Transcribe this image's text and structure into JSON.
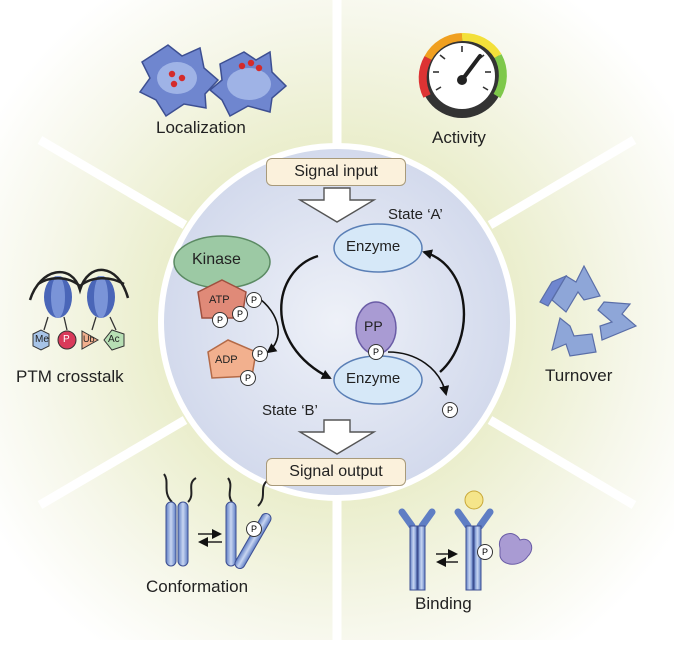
{
  "periphery": {
    "localization": "Localization",
    "activity": "Activity",
    "ptm_crosstalk": "PTM crosstalk",
    "turnover": "Turnover",
    "conformation": "Conformation",
    "binding": "Binding"
  },
  "ptm_marks": {
    "me": "Me",
    "p": "P",
    "ub": "Ub",
    "ac": "Ac"
  },
  "center": {
    "signal_input": "Signal input",
    "signal_output": "Signal output",
    "state_a": "State ‘A’",
    "state_b": "State ‘B’",
    "enzyme_top": "Enzyme",
    "enzyme_bottom": "Enzyme",
    "kinase": "Kinase",
    "atp": "ATP",
    "adp": "ADP",
    "pp": "PP",
    "phospho": "P"
  },
  "colors": {
    "circle_fill": "#dde3f1",
    "enzyme_fill": "#d6e8f8",
    "kinase_fill": "#9cc9a4",
    "atp_fill": "#e08a78",
    "adp_fill": "#f2b08e",
    "pp_fill": "#a99bd3",
    "cell_fill": "#6f86cf",
    "recycle_fill": "#8ea6d8",
    "halo": "#eef0d8"
  }
}
